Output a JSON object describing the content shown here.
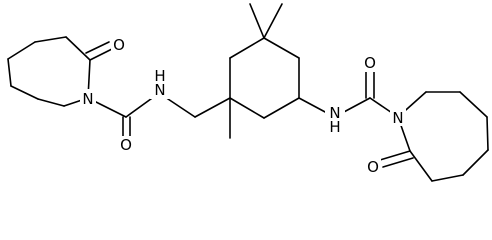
{
  "colors": {
    "bond": "#000000",
    "background": "#ffffff"
  },
  "atom_labels": {
    "ketone_oxygen_left": "O",
    "ring_nitrogen_left": "N",
    "amide_nitrogen_left": "N",
    "amide_hydrogen_left": "H",
    "carbonyl_oxygen_left": "O",
    "amide_nitrogen_right": "N",
    "amide_hydrogen_right": "H",
    "carbonyl_oxygen_right": "O",
    "ring_nitrogen_right": "N",
    "ketone_oxygen_right": "O"
  }
}
